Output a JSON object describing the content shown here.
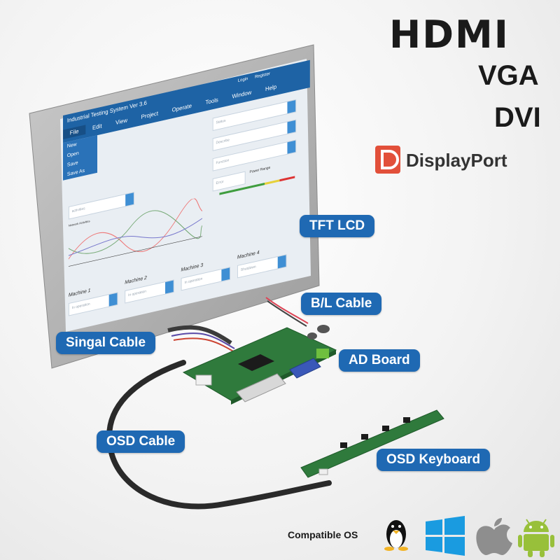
{
  "brands": {
    "hdmi": "HDMI",
    "vga": "VGA",
    "dvi": "DVI",
    "displayport": "DisplayPort"
  },
  "callouts": {
    "tft_lcd": "TFT LCD",
    "bl_cable": "B/L Cable",
    "signal_cable": "Singal Cable",
    "ad_board": "AD Board",
    "osd_cable": "OSD Cable",
    "osd_keyboard": "OSD Keyboard"
  },
  "screen_ui": {
    "title": "Industrial Testing System Ver 3.6",
    "menu": [
      "File",
      "Edit",
      "View",
      "Project",
      "Operate",
      "Tools",
      "Window",
      "Help"
    ],
    "file_menu": [
      "New",
      "Open",
      "Save",
      "Save As"
    ],
    "top_right": [
      "Login",
      "Register"
    ],
    "panel_fields": [
      "Status",
      "Describe",
      "Function",
      "Error"
    ],
    "power_range_label": "Power Range",
    "machines": [
      "Machine 1",
      "Machine 2",
      "Machine 3",
      "Machine 4"
    ],
    "machine_status": [
      "In operation",
      "In operation",
      "In operation",
      "Shutdown"
    ],
    "chart_label": "Network Activities",
    "dropdown_placeholder": "activities"
  },
  "compatible_os": {
    "label": "Compatible OS",
    "icons": [
      "linux-icon",
      "windows-icon",
      "apple-icon",
      "android-icon"
    ]
  },
  "colors": {
    "callout_blue": "#1f69b3",
    "ui_blue": "#1e63a5",
    "displayport_red": "#e2503a",
    "pcb_green": "#2f7a3c",
    "windows_blue": "#1a9be0",
    "android_green": "#98c03a"
  }
}
